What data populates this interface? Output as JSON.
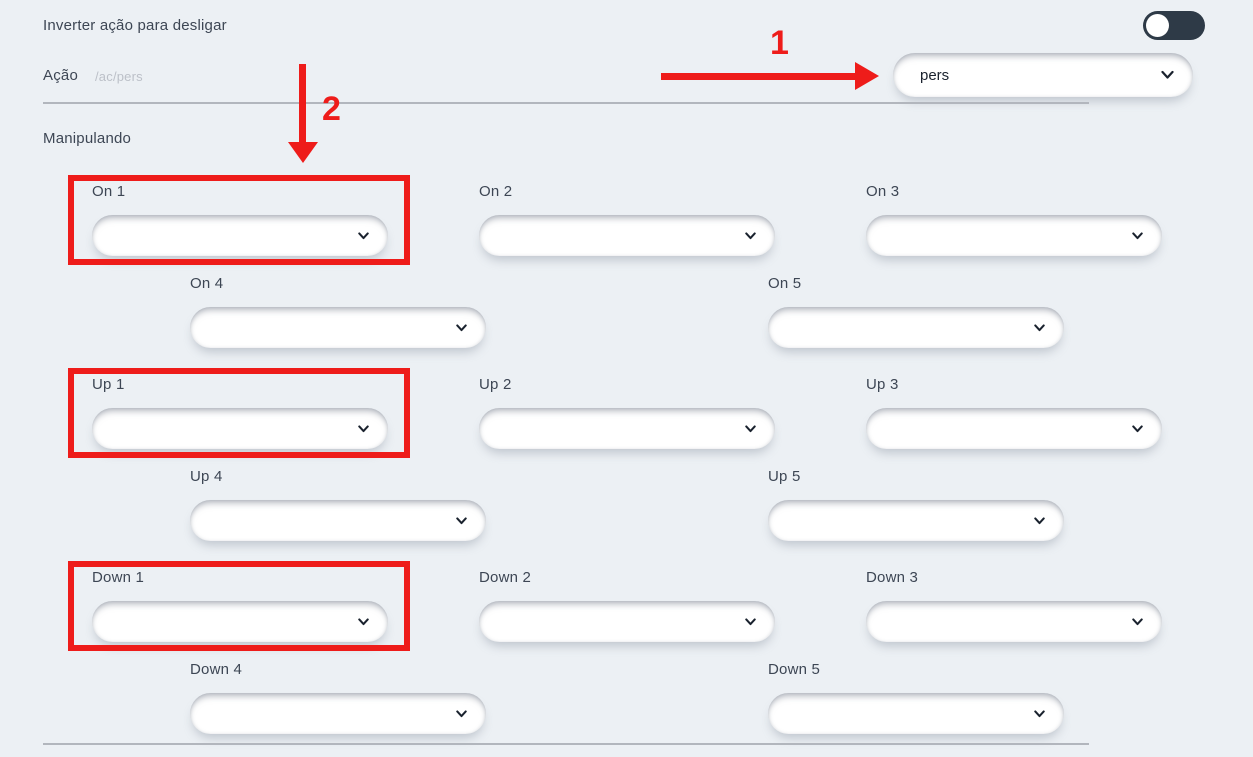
{
  "colors": {
    "background": "#ecf0f4",
    "text": "#3d4654",
    "muted_text": "#bcc0c8",
    "divider": "#b2b6bd",
    "toggle_off": "#2e3a47",
    "annotation_red": "#ee1c1a",
    "pill_white": "#ffffff"
  },
  "header": {
    "invert_label": "Inverter ação para desligar",
    "toggle_state": "off"
  },
  "acao": {
    "label": "Ação",
    "path": "/ac/pers",
    "select_value": "pers"
  },
  "annotations": {
    "step1_label": "1",
    "step2_label": "2",
    "highlighted_fields": [
      "On 1",
      "Up 1",
      "Down 1"
    ]
  },
  "manipulando": {
    "section_label": "Manipulando",
    "fields": [
      {
        "label": "On 1",
        "value": "",
        "highlighted": true
      },
      {
        "label": "On 2",
        "value": "",
        "highlighted": false
      },
      {
        "label": "On 3",
        "value": "",
        "highlighted": false
      },
      {
        "label": "On 4",
        "value": "",
        "highlighted": false
      },
      {
        "label": "On 5",
        "value": "",
        "highlighted": false
      },
      {
        "label": "Up 1",
        "value": "",
        "highlighted": true
      },
      {
        "label": "Up 2",
        "value": "",
        "highlighted": false
      },
      {
        "label": "Up 3",
        "value": "",
        "highlighted": false
      },
      {
        "label": "Up 4",
        "value": "",
        "highlighted": false
      },
      {
        "label": "Up 5",
        "value": "",
        "highlighted": false
      },
      {
        "label": "Down 1",
        "value": "",
        "highlighted": true
      },
      {
        "label": "Down 2",
        "value": "",
        "highlighted": false
      },
      {
        "label": "Down 3",
        "value": "",
        "highlighted": false
      },
      {
        "label": "Down 4",
        "value": "",
        "highlighted": false
      },
      {
        "label": "Down 5",
        "value": "",
        "highlighted": false
      }
    ]
  }
}
